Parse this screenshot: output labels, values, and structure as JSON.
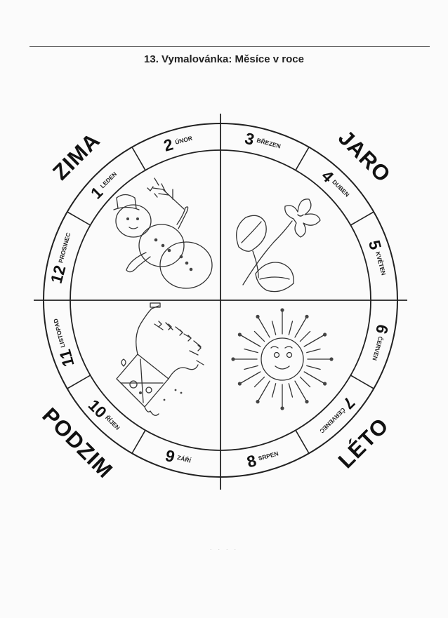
{
  "worksheet": {
    "title": "13. Vymalovánka: Měsíce v roce",
    "footer_mark": "· · · ·"
  },
  "seasons": [
    {
      "id": "zima",
      "label": "ZIMA"
    },
    {
      "id": "jaro",
      "label": "JARO"
    },
    {
      "id": "leto",
      "label": "LÉTO"
    },
    {
      "id": "podzim",
      "label": "PODZIM"
    }
  ],
  "months": [
    {
      "number": "1",
      "name": "LEDEN"
    },
    {
      "number": "2",
      "name": "ÚNOR"
    },
    {
      "number": "3",
      "name": "BŘEZEN"
    },
    {
      "number": "4",
      "name": "DUBEN"
    },
    {
      "number": "5",
      "name": "KVĚTEN"
    },
    {
      "number": "6",
      "name": "ČERVEN"
    },
    {
      "number": "7",
      "name": "ČERVENEC"
    },
    {
      "number": "8",
      "name": "SRPEN"
    },
    {
      "number": "9",
      "name": "ZÁŘÍ"
    },
    {
      "number": "10",
      "name": "ŘÍJEN"
    },
    {
      "number": "11",
      "name": "LISTOPAD"
    },
    {
      "number": "12",
      "name": "PROSINEC"
    }
  ],
  "illustrations": {
    "winter": "snowman-drawing",
    "spring": "violet-flower-drawing",
    "summer": "sun-drawing",
    "autumn": "kite-drawing"
  },
  "colors": {
    "ink": "#222222",
    "paper": "#fbfbfb"
  }
}
